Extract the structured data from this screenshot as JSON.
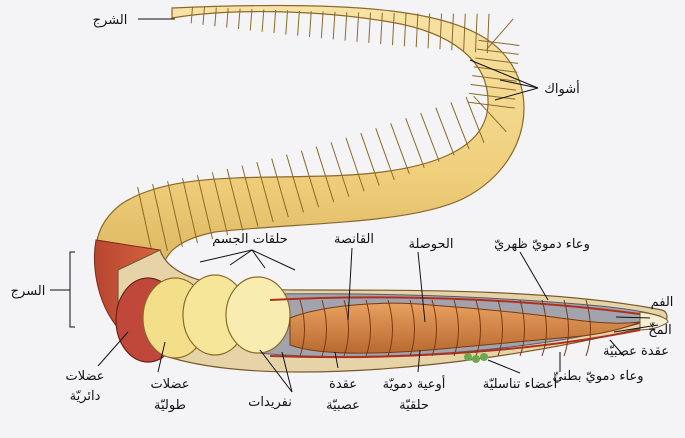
{
  "diagram": {
    "labels": {
      "anus": "الشرج",
      "setae": "أشواك",
      "body_rings": "حلقات الجسم",
      "crop": "القانصة",
      "gizzard": "الحوصلة",
      "dorsal_vessel": "وعاء دمويّ ظهريّ",
      "mouth": "الفم",
      "brain": "المخّ",
      "nerve_ganglion_right": "عقدة عصبيّة",
      "ventral_vessel": "وعاء دمويّ بطنيّ",
      "reproductive_organs": "أعضاء تناسليّة",
      "ring_vessels_line1": "أوعية دمويّة",
      "ring_vessels_line2": "حلقيّة",
      "ganglion_line1": "عقدة",
      "ganglion_line2": "عصبيّة",
      "nephridia": "نفريدات",
      "longitudinal_muscles_line1": "عضلات",
      "longitudinal_muscles_line2": "طوليّة",
      "circular_muscles_line1": "عضلات",
      "circular_muscles_line2": "دائريّة",
      "clitellum": "السرج"
    },
    "colors": {
      "body_yellow": "#f2d58a",
      "segment_line": "#8a6a2a",
      "clitellum_red": "#c85a3c",
      "gut_orange": "#d98a4a",
      "cavity_gray": "#9a9aa3",
      "ganglia_green": "#6aa84f"
    }
  }
}
